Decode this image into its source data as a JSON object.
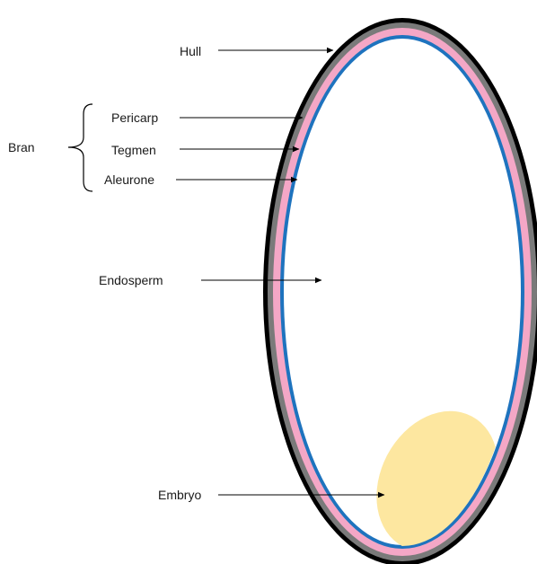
{
  "diagram": {
    "labels": {
      "hull": "Hull",
      "bran": "Bran",
      "pericarp": "Pericarp",
      "tegmen": "Tegmen",
      "aleurone": "Aleurone",
      "endosperm": "Endosperm",
      "embryo": "Embryo"
    },
    "colors": {
      "hull": "#000000",
      "tegmen": "#7a7a7a",
      "pericarp": "#f4a7c6",
      "aleurone": "#1e73be",
      "endosperm": "#ffffff",
      "embryo": "#fde7a0",
      "text": "#1a1a1a",
      "arrow": "#000000"
    }
  }
}
